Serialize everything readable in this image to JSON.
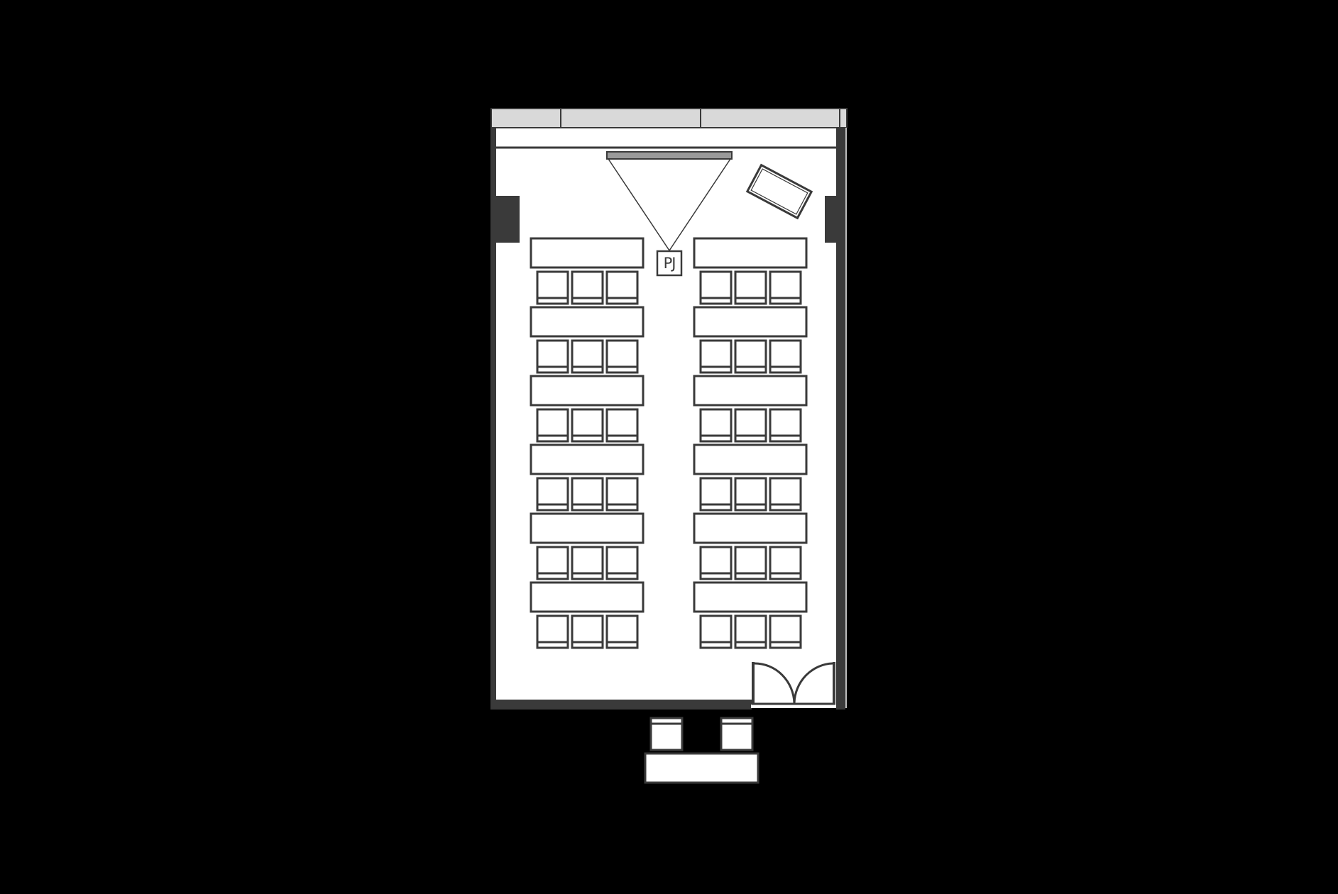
{
  "diagram": {
    "type": "floor-plan",
    "subject": "classroom-style meeting room layout",
    "colors": {
      "background": "#000000",
      "room_fill": "#ffffff",
      "line": "#3a3a3a",
      "window_fill": "#d9d9d9",
      "screen_fill": "#9a9a9a",
      "pillar": "#3a3a3a"
    },
    "projector_label": "PJ",
    "seating": {
      "rows": 6,
      "columns_per_side": 2,
      "tables_per_row": 2,
      "chairs_per_table": 3,
      "total_tables": 12,
      "total_chairs": 36
    },
    "reception": {
      "tables": 1,
      "chairs": 2,
      "location": "outside room, below entrance"
    },
    "elements": [
      "window strip (top wall)",
      "projection screen",
      "projector (PJ)",
      "lectern (angled, top right)",
      "2 pillars (left and right walls)",
      "double door (bottom right)"
    ]
  }
}
